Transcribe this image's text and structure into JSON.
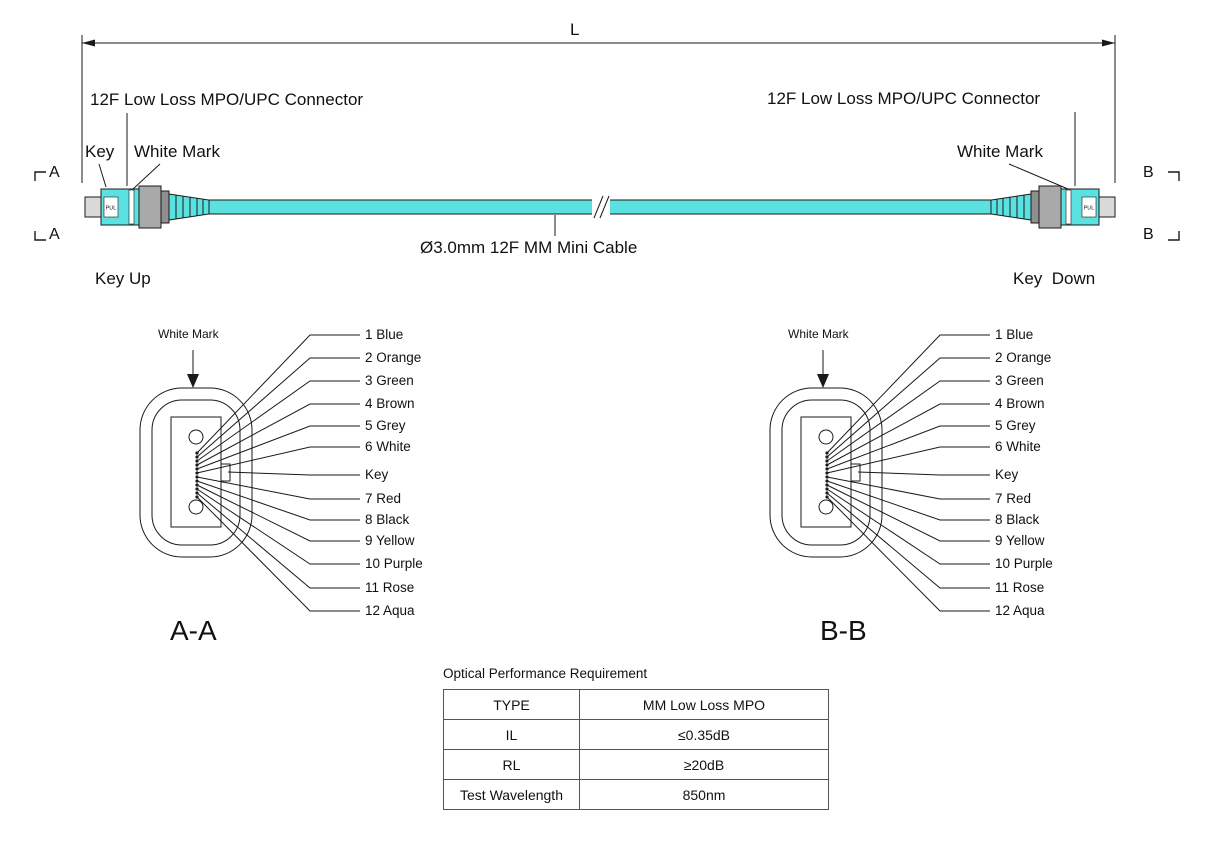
{
  "colors": {
    "aqua": "#5ce1e1",
    "housing_gray": "#a9a9a9",
    "line": "#1a1a1a"
  },
  "dimension": {
    "length_label": "L"
  },
  "assembly": {
    "left_connector_label": "12F Low Loss MPO/UPC Connector",
    "right_connector_label": "12F Low Loss MPO/UPC Connector",
    "key_label": "Key",
    "white_mark_left": "White Mark",
    "white_mark_right": "White Mark",
    "cable_label": "Ø3.0mm 12F MM Mini Cable",
    "key_up_label": "Key Up",
    "key_down_label": "Key  Down",
    "section_a": "A",
    "section_b": "B",
    "pull_tab": "PUL"
  },
  "faces": {
    "left": {
      "white_mark": "White Mark",
      "section_title": "A-A"
    },
    "right": {
      "white_mark": "White Mark",
      "section_title": "B-B"
    },
    "pins": [
      "1 Blue",
      "2 Orange",
      "3 Green",
      "4 Brown",
      "5 Grey",
      "6 White",
      "Key",
      "7 Red",
      "8 Black",
      "9 Yellow",
      "10 Purple",
      "11 Rose",
      "12 Aqua"
    ]
  },
  "table": {
    "title": "Optical Performance Requirement",
    "rows": [
      {
        "name": "TYPE",
        "value": "MM Low Loss MPO"
      },
      {
        "name": "IL",
        "value": "≤0.35dB"
      },
      {
        "name": "RL",
        "value": "≥20dB"
      },
      {
        "name": "Test Wavelength",
        "value": "850nm"
      }
    ]
  }
}
